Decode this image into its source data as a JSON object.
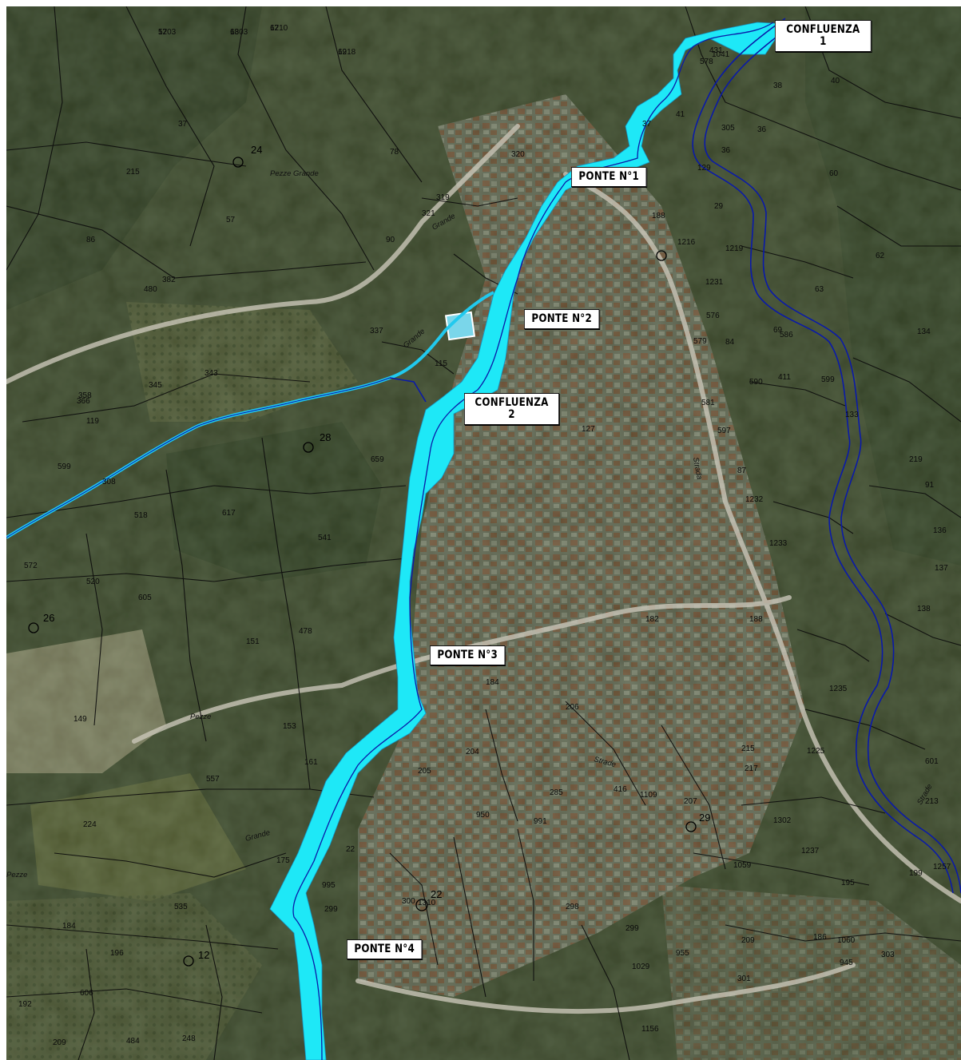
{
  "map": {
    "colors": {
      "river_fill": "#1ee8f7",
      "stream_blue": "#0a1aa8",
      "tributary_cyan": "#21c9ee",
      "cadastral_line": "#0b0b0b"
    },
    "labels": {
      "confluenza_1": [
        "CONFLUENZA",
        "1"
      ],
      "ponte_1": "PONTE N°1",
      "ponte_2": "PONTE N°2",
      "confluenza_2": [
        "CONFLUENZA",
        "2"
      ],
      "ponte_3": "PONTE N°3",
      "ponte_4": "PONTE N°4"
    },
    "place_names": [
      "Pezze Grande",
      "Grande",
      "Grande",
      "Strada",
      "Pezze",
      "Grande",
      "Strade",
      "Pezze",
      "Strade"
    ],
    "benchmarks": [
      "24",
      "26",
      "12",
      "22",
      "29",
      "28"
    ],
    "parcels": [
      "57",
      "68",
      "67",
      "69",
      "37",
      "78",
      "215",
      "57",
      "90",
      "86",
      "382",
      "480",
      "343",
      "345",
      "358",
      "366",
      "119",
      "599",
      "518",
      "605",
      "520",
      "572",
      "541",
      "659",
      "617",
      "478",
      "151",
      "153",
      "161",
      "149",
      "557",
      "224",
      "175",
      "535",
      "184",
      "196",
      "606",
      "192",
      "209",
      "484",
      "248",
      "320",
      "321",
      "319",
      "337",
      "115",
      "127",
      "1237",
      "133",
      "134",
      "91",
      "136",
      "137",
      "138",
      "219",
      "431",
      "578",
      "38",
      "40",
      "41",
      "37",
      "36",
      "29",
      "60",
      "62",
      "63",
      "84",
      "69",
      "411",
      "599",
      "586",
      "590",
      "597",
      "87",
      "1232",
      "1233",
      "1235",
      "1225",
      "601",
      "213",
      "217",
      "215",
      "1302",
      "1059",
      "1060",
      "209",
      "301",
      "1029",
      "1156",
      "955",
      "298",
      "299",
      "300",
      "1310",
      "995",
      "299",
      "22",
      "950",
      "991",
      "285",
      "416",
      "1109",
      "207",
      "204",
      "205",
      "206",
      "184",
      "182",
      "188",
      "199",
      "195",
      "186",
      "1257",
      "945",
      "303",
      "308",
      "1041",
      "305",
      "36",
      "129",
      "576",
      "579",
      "581",
      "188",
      "1216",
      "1219",
      "1231",
      "1203",
      "1303",
      "1210",
      "1218"
    ]
  }
}
